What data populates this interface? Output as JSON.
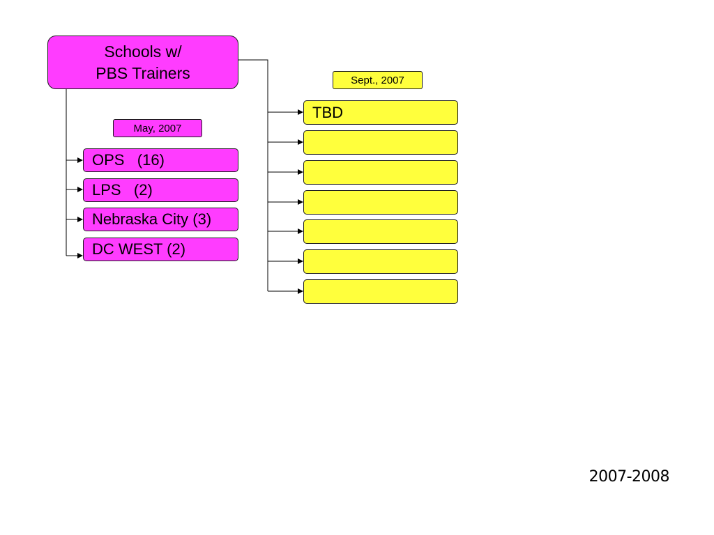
{
  "root": {
    "line1": "Schools w/",
    "line2": "PBS Trainers"
  },
  "left_group": {
    "date": "May, 2007",
    "items": [
      {
        "label": "OPS   (16)"
      },
      {
        "label": "LPS   (2)"
      },
      {
        "label": "Nebraska City (3)"
      },
      {
        "label": "DC WEST (2)"
      }
    ]
  },
  "right_group": {
    "date": "Sept., 2007",
    "slots": [
      {
        "label": "TBD"
      },
      {
        "label": ""
      },
      {
        "label": ""
      },
      {
        "label": ""
      },
      {
        "label": ""
      },
      {
        "label": ""
      },
      {
        "label": ""
      }
    ]
  },
  "footer": {
    "year": "2007-2008"
  },
  "colors": {
    "magenta": "#ff3cff",
    "yellow": "#ffff3c",
    "line": "#000000"
  }
}
